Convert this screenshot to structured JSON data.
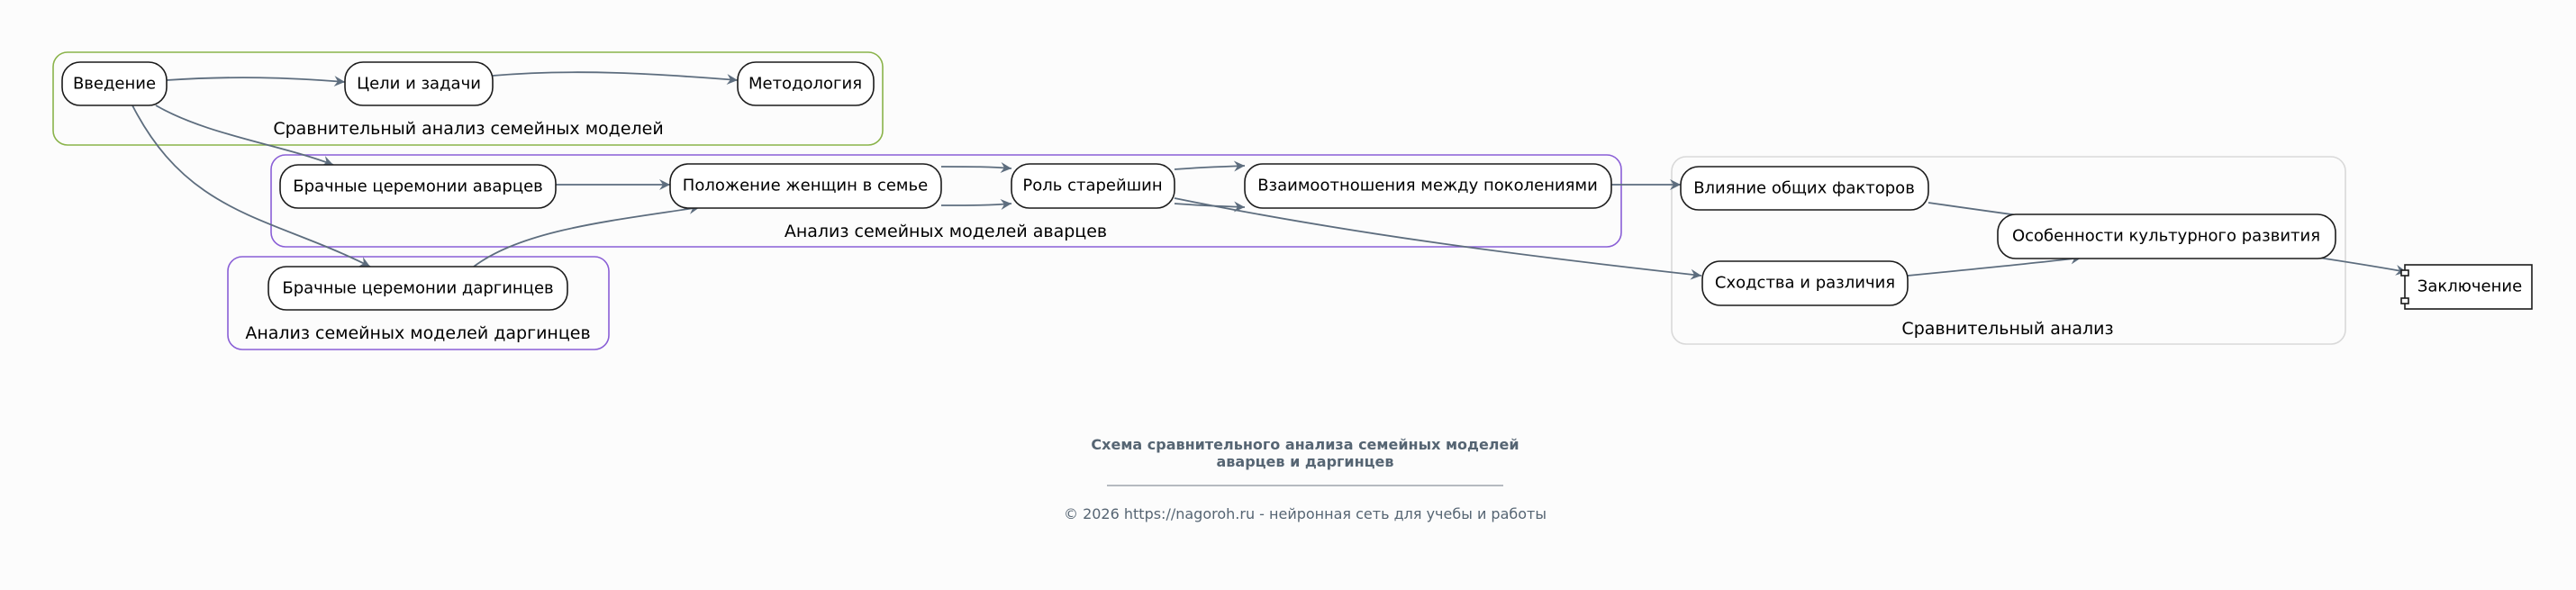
{
  "title": {
    "line1": "Схема сравнительного анализа семейных моделей",
    "line2": "аварцев и даргинцев"
  },
  "footer": "© 2026 https://nagoroh.ru - нейронная сеть для учебы и работы",
  "colors": {
    "edge": "#5d6d7e",
    "cluster_general": "#8ab34a",
    "cluster_avar": "#8a5fd6",
    "cluster_dargin": "#8a5fd6",
    "cluster_compare": "#d9d9d9"
  },
  "clusters": {
    "general": "Сравнительный анализ семейных моделей",
    "avar": "Анализ семейных моделей аварцев",
    "dargin": "Анализ семейных моделей даргинцев",
    "compare": "Сравнительный анализ"
  },
  "nodes": {
    "intro": "Введение",
    "goals": "Цели и задачи",
    "method": "Методология",
    "avar_wedding": "Брачные церемонии аварцев",
    "women": "Положение женщин в семье",
    "elders": "Роль старейшин",
    "generations": "Взаимоотношения между поколениями",
    "dargin_wedding": "Брачные церемонии даргинцев",
    "factors": "Влияние общих факторов",
    "culture": "Особенности культурного развития",
    "similar": "Сходства и различия",
    "conclusion": "Заключение"
  }
}
